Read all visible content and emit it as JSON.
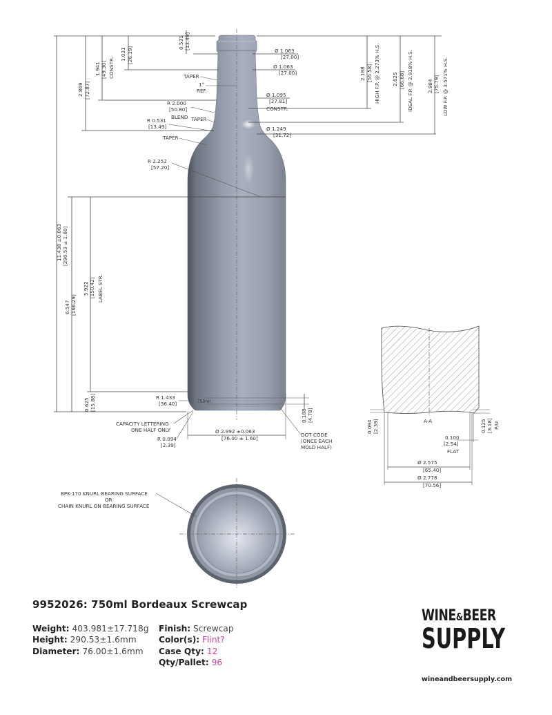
{
  "product": {
    "title": "9952026: 750ml Bordeaux Screwcap",
    "specs_left": [
      {
        "key": "Weight:",
        "value": "403.981±17.718g"
      },
      {
        "key": "Height:",
        "value": "290.53±1.6mm"
      },
      {
        "key": "Diameter:",
        "value": "76.00±1.6mm"
      }
    ],
    "specs_right": [
      {
        "key": "Finish:",
        "value": "Screwcap",
        "accent": false
      },
      {
        "key": "Color(s):",
        "value": "Flint?",
        "accent": true
      },
      {
        "key": "Case Qty:",
        "value": "12",
        "accent": true
      },
      {
        "key": "Qty/Pallet:",
        "value": "96",
        "accent": true
      }
    ]
  },
  "brand": {
    "line1_a": "WINE",
    "line1_amp": "&",
    "line1_b": "BEER",
    "line2": "SUPPLY",
    "website": "wineandbeersupply.com"
  },
  "colors": {
    "accent": "#d63f9e",
    "bottle_light": "#aab0bf",
    "bottle_dark": "#4d5562"
  },
  "dimensions": {
    "finish_height": {
      "in": "0.531",
      "mm": "[13.49]"
    },
    "neck_1": {
      "in": "1.031",
      "mm": "[26.19]"
    },
    "constr_left": {
      "in": "1.941",
      "mm": "[49.30]",
      "label": "CONSTR."
    },
    "shoulder_left": {
      "in": "2.869",
      "mm": "[72.87]"
    },
    "overall": {
      "in": "11.438 ±0.063",
      "mm": "[290.53 ± 1.60]"
    },
    "height_6547": {
      "in": "6.547",
      "mm": "[166.29]"
    },
    "label_str": {
      "in": "5.922",
      "mm": "[150.42]",
      "label": "LABEL STR."
    },
    "base_0625": {
      "in": "0.625",
      "mm": "[15.88]"
    },
    "dia_1063_a": {
      "in": "Ø 1.063",
      "mm": "[27.00]"
    },
    "dia_1063_b": {
      "in": "Ø 1.063",
      "mm": "[27.00]"
    },
    "dia_1095": {
      "in": "Ø 1.095",
      "mm": "[27.81]",
      "label": "CONSTR."
    },
    "dia_1249": {
      "in": "Ø 1.249",
      "mm": "[31.72]"
    },
    "high_fp": {
      "in": "2.188",
      "mm": "[55.58]",
      "label": "HIGH F.P. @ 2.273% H.S."
    },
    "ideal_fp": {
      "in": "2.625",
      "mm": "[66.68]",
      "label": "IDEAL F.P. @ 2.918% H.S."
    },
    "low_fp": {
      "in": "2.984",
      "mm": "[75.79]",
      "label": "LOW F.P. @ 3.571% H.S."
    },
    "taper_1": "TAPER",
    "ref_1": "1°",
    "ref_2": "REF.",
    "r2000": {
      "in": "R 2.000",
      "mm": "[50.80]"
    },
    "blend": "BLEND",
    "taper_2": "TAPER",
    "r0531": {
      "in": "R 0.531",
      "mm": "[13.49]"
    },
    "taper_3": "TAPER",
    "r2252": {
      "in": "R 2.252",
      "mm": "[57.20]"
    },
    "r1433": {
      "in": "R 1.433",
      "mm": "[36.40]"
    },
    "capacity_1": "CAPACITY LETTERING",
    "capacity_2": "ONE HALF ONLY",
    "r0094": {
      "in": "R 0.094",
      "mm": "[2.39]"
    },
    "base_dia": {
      "in": "Ø 2.992 ±0.063",
      "mm": "[76.00 ± 1.60]"
    },
    "dot_1": "DOT CODE",
    "dot_2": "(ONCE EACH",
    "dot_3": "MOLD HALF)",
    "h0188": {
      "in": "0.188",
      "mm": "[4.78]"
    },
    "emboss": "750ml",
    "section": {
      "label": "A-A",
      "h0094": {
        "in": "0.094",
        "mm": "[2.39]"
      },
      "h0125": {
        "in": "0.125",
        "mm": "[3.18]",
        "label": "P/U"
      },
      "flat": {
        "in": "0.100",
        "mm": "[2.54]",
        "label": "FLAT"
      },
      "dia_2575": {
        "in": "Ø 2.575",
        "mm": "[65.40]"
      },
      "dia_2778": {
        "in": "Ø 2.778",
        "mm": "[70.56]"
      }
    },
    "knurl_1": "BPK-170 KNURL BEARING SURFACE",
    "knurl_2": "OR",
    "knurl_3": "CHAIN KNURL ON BEARING SURFACE"
  }
}
